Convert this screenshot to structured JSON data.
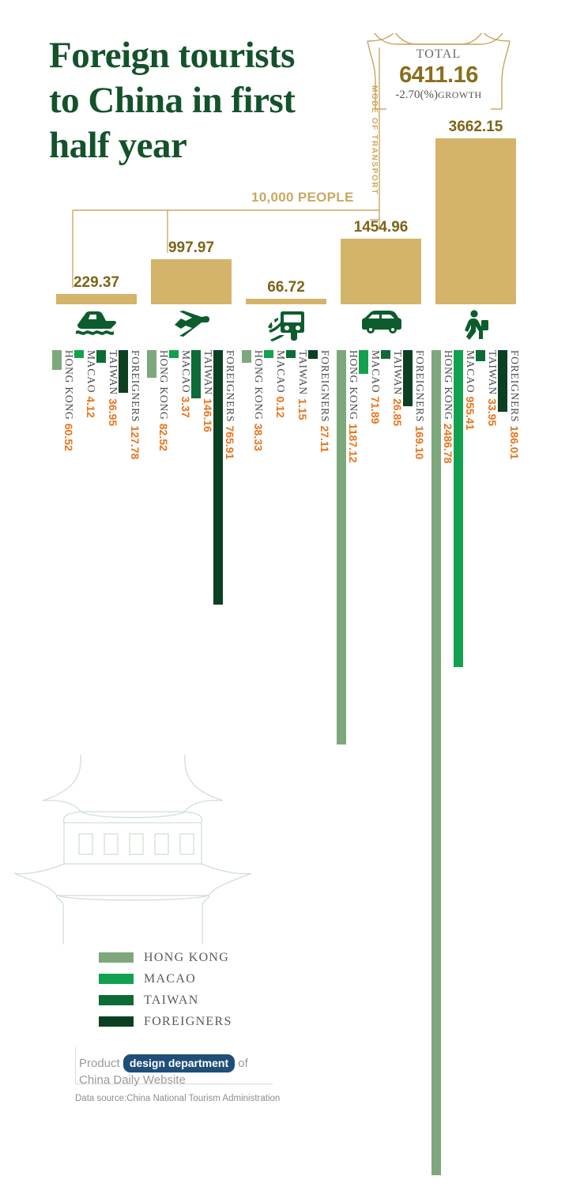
{
  "header": {
    "title": "Foreign tourists to China in first half year",
    "title_lines": [
      "Foreign tourists",
      "to China in first",
      "half year"
    ],
    "total_label": "TOTAL",
    "total_value": "6411.16",
    "total_growth_value": "-2.70(%)",
    "total_growth_word": "GROWTH"
  },
  "axis": {
    "unit_label": "10,000 PEOPLE",
    "mode_label": "MODE  OF  TRANSPORT"
  },
  "legend": {
    "items": [
      {
        "label": "HONG  KONG",
        "color": "#7da87c",
        "key": "hong_kong"
      },
      {
        "label": "MACAO",
        "color": "#11a14f",
        "key": "macao"
      },
      {
        "label": "TAIWAN",
        "color": "#0c6b36",
        "key": "taiwan"
      },
      {
        "label": "FOREIGNERS",
        "color": "#0b4023",
        "key": "foreigners"
      }
    ]
  },
  "footer": {
    "credit_pre": "Product",
    "credit_pill": "design department",
    "credit_post": "of",
    "credit_line2": "China Daily Website",
    "source": "Data source:China National Tourism Administration"
  },
  "colors": {
    "gold": "#d4b46a",
    "gold_text": "#7d6418",
    "gold_line": "#c9a960",
    "title_green": "#14522b",
    "icon_green": "#0d5c2e",
    "value_orange": "#e8741e",
    "label_gray": "#4a4a4a",
    "pill_navy": "#1f4e79"
  },
  "chart_data": {
    "type": "bar",
    "title": "Foreign tourists to China in first half year",
    "subtitle": "MODE OF TRANSPORT",
    "unit": "10,000 PEOPLE",
    "total": 6411.16,
    "growth_percent": -2.7,
    "categories": [
      "Ship",
      "Airplane",
      "Train",
      "Car",
      "Walking"
    ],
    "category_icons": [
      "ship-icon",
      "airplane-icon",
      "train-icon",
      "car-icon",
      "walking-icon"
    ],
    "totals": [
      229.37,
      997.97,
      66.72,
      1454.96,
      3662.15
    ],
    "totals_labels": [
      "229.37",
      "997.97",
      "66.72",
      "1454.96",
      "3662.15"
    ],
    "series": [
      {
        "name": "HONG KONG",
        "color": "#7da87c",
        "values": [
          60.52,
          82.52,
          38.33,
          1187.12,
          2486.78
        ]
      },
      {
        "name": "MACAO",
        "color": "#11a14f",
        "values": [
          4.12,
          3.37,
          0.12,
          71.89,
          955.41
        ]
      },
      {
        "name": "TAIWAN",
        "color": "#0c6b36",
        "values": [
          36.95,
          146.16,
          1.15,
          26.85,
          33.95
        ]
      },
      {
        "name": "FOREIGNERS",
        "color": "#0b4023",
        "values": [
          127.78,
          765.91,
          27.11,
          169.1,
          186.01
        ]
      }
    ],
    "ylabel": "10,000 PEOPLE",
    "xlabel": "MODE OF TRANSPORT",
    "grid": false,
    "legend_position": "bottom-left"
  },
  "columns": [
    {
      "icon": "ship-icon",
      "total": "229.37",
      "subs": [
        {
          "label": "HONG KONG",
          "value": "60.52",
          "color": "#7da87c"
        },
        {
          "label": "MACAO",
          "value": "4.12",
          "color": "#11a14f"
        },
        {
          "label": "TAIWAN",
          "value": "36.95",
          "color": "#0c6b36"
        },
        {
          "label": "FOREIGNERS",
          "value": "127.78",
          "color": "#0b4023"
        }
      ]
    },
    {
      "icon": "airplane-icon",
      "total": "997.97",
      "subs": [
        {
          "label": "HONG KONG",
          "value": "82.52",
          "color": "#7da87c"
        },
        {
          "label": "MACAO",
          "value": "3.37",
          "color": "#11a14f"
        },
        {
          "label": "TAIWAN",
          "value": "146.16",
          "color": "#0c6b36"
        },
        {
          "label": "FOREIGNERS",
          "value": "765.91",
          "color": "#0b4023"
        }
      ]
    },
    {
      "icon": "train-icon",
      "total": "66.72",
      "subs": [
        {
          "label": "HONG KONG",
          "value": "38.33",
          "color": "#7da87c"
        },
        {
          "label": "MACAO",
          "value": "0.12",
          "color": "#11a14f"
        },
        {
          "label": "TAIWAN",
          "value": "1.15",
          "color": "#0c6b36"
        },
        {
          "label": "FOREIGNERS",
          "value": "27.11",
          "color": "#0b4023"
        }
      ]
    },
    {
      "icon": "car-icon",
      "total": "1454.96",
      "subs": [
        {
          "label": "HONG KONG",
          "value": "1187.12",
          "color": "#7da87c"
        },
        {
          "label": "MACAO",
          "value": "71.89",
          "color": "#11a14f"
        },
        {
          "label": "TAIWAN",
          "value": "26.85",
          "color": "#0c6b36"
        },
        {
          "label": "FOREIGNERS",
          "value": "169.10",
          "color": "#0b4023"
        }
      ]
    },
    {
      "icon": "walking-icon",
      "total": "3662.15",
      "subs": [
        {
          "label": "HONG KONG",
          "value": "2486.78",
          "color": "#7da87c"
        },
        {
          "label": "MACAO",
          "value": "955.41",
          "color": "#11a14f"
        },
        {
          "label": "TAIWAN",
          "value": "33.95",
          "color": "#0c6b36"
        },
        {
          "label": "FOREIGNERS",
          "value": "186.01",
          "color": "#0b4023"
        }
      ]
    }
  ]
}
